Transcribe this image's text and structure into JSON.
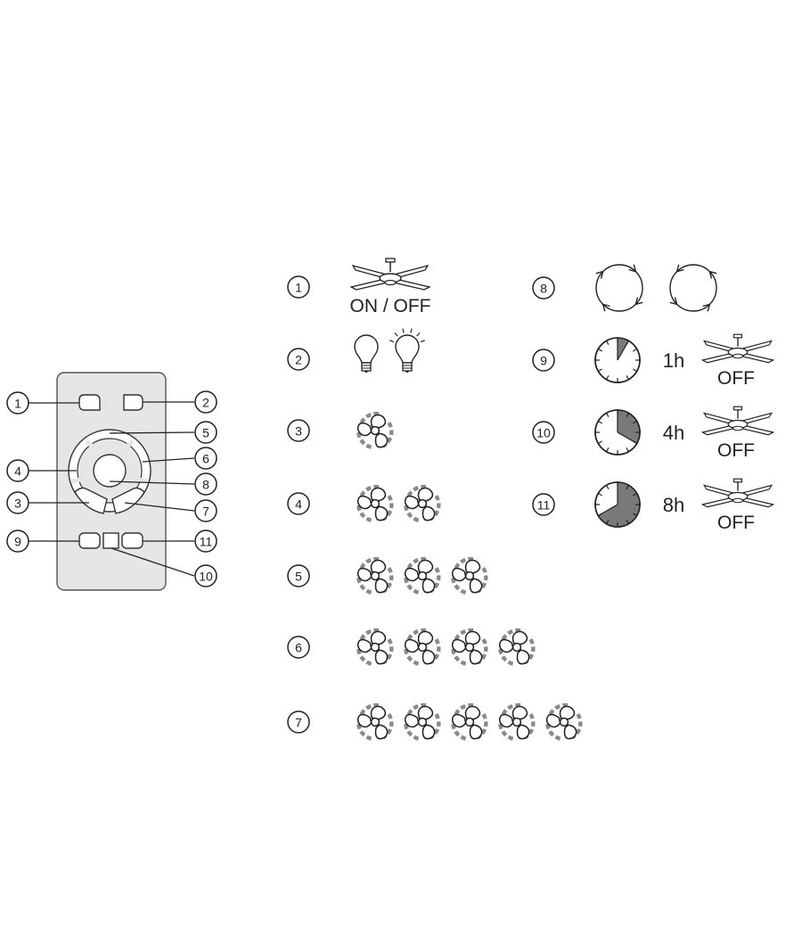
{
  "remote": {
    "callouts": [
      {
        "id": "1",
        "label": "1"
      },
      {
        "id": "2",
        "label": "2"
      },
      {
        "id": "5",
        "label": "5"
      },
      {
        "id": "4",
        "label": "4"
      },
      {
        "id": "6",
        "label": "6"
      },
      {
        "id": "8",
        "label": "8"
      },
      {
        "id": "3",
        "label": "3"
      },
      {
        "id": "7",
        "label": "7"
      },
      {
        "id": "9",
        "label": "9"
      },
      {
        "id": "11",
        "label": "11"
      },
      {
        "id": "10",
        "label": "10"
      }
    ],
    "body_color": "#e6e6e6"
  },
  "legend": {
    "left": [
      {
        "num": "1",
        "icon": "ceiling-fan-icon",
        "text": "ON / OFF"
      },
      {
        "num": "2",
        "icon": "light-bulb-icon",
        "count": 2
      },
      {
        "num": "3",
        "icon": "fan-speed-icon",
        "count": 1
      },
      {
        "num": "4",
        "icon": "fan-speed-icon",
        "count": 2
      },
      {
        "num": "5",
        "icon": "fan-speed-icon",
        "count": 3
      },
      {
        "num": "6",
        "icon": "fan-speed-icon",
        "count": 4
      },
      {
        "num": "7",
        "icon": "fan-speed-icon",
        "count": 5
      }
    ],
    "right": [
      {
        "num": "8",
        "icon": "rotation-direction-icon"
      },
      {
        "num": "9",
        "icon": "timer-clock-icon",
        "fraction": 0.083,
        "time": "1h",
        "off": "OFF"
      },
      {
        "num": "10",
        "icon": "timer-clock-icon",
        "fraction": 0.333,
        "time": "4h",
        "off": "OFF"
      },
      {
        "num": "11",
        "icon": "timer-clock-icon",
        "fraction": 0.667,
        "time": "8h",
        "off": "OFF"
      }
    ]
  },
  "colors": {
    "line": "#222222",
    "fan_gray": "#8a8a8a",
    "clock_fill": "#7a7a7a"
  }
}
